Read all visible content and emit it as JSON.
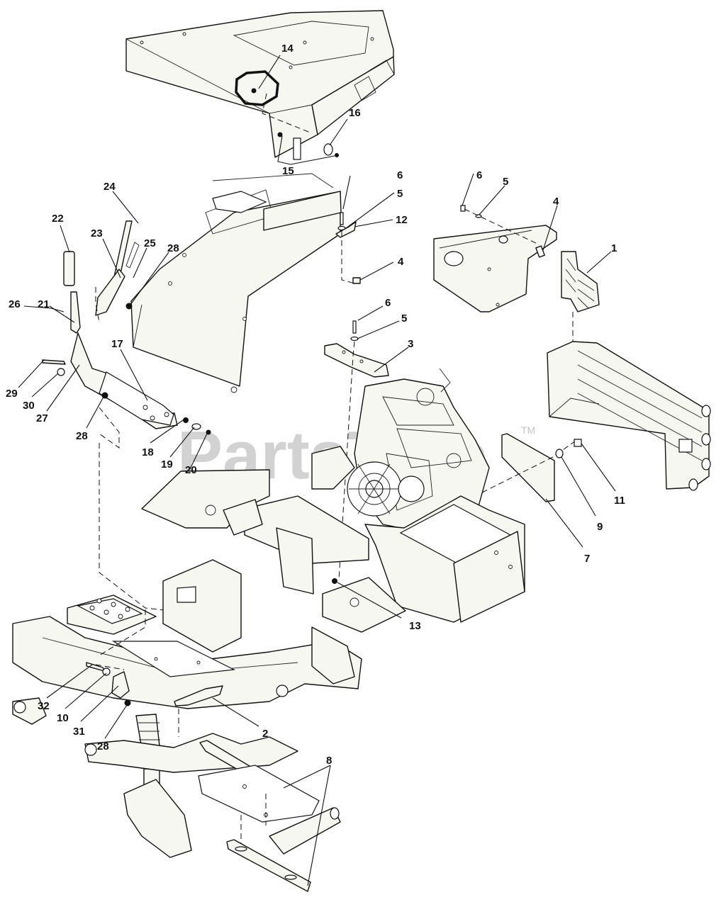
{
  "watermark": {
    "text": "PartsTree",
    "trademark": "TM"
  },
  "callouts": [
    "14",
    "16",
    "15",
    "6",
    "5",
    "12",
    "4",
    "6",
    "5",
    "4",
    "1",
    "24",
    "22",
    "23",
    "25",
    "28",
    "26",
    "21",
    "6",
    "5",
    "3",
    "17",
    "29",
    "30",
    "27",
    "28",
    "18",
    "19",
    "20",
    "11",
    "9",
    "7",
    "13",
    "32",
    "10",
    "31",
    "28",
    "2",
    "8"
  ]
}
